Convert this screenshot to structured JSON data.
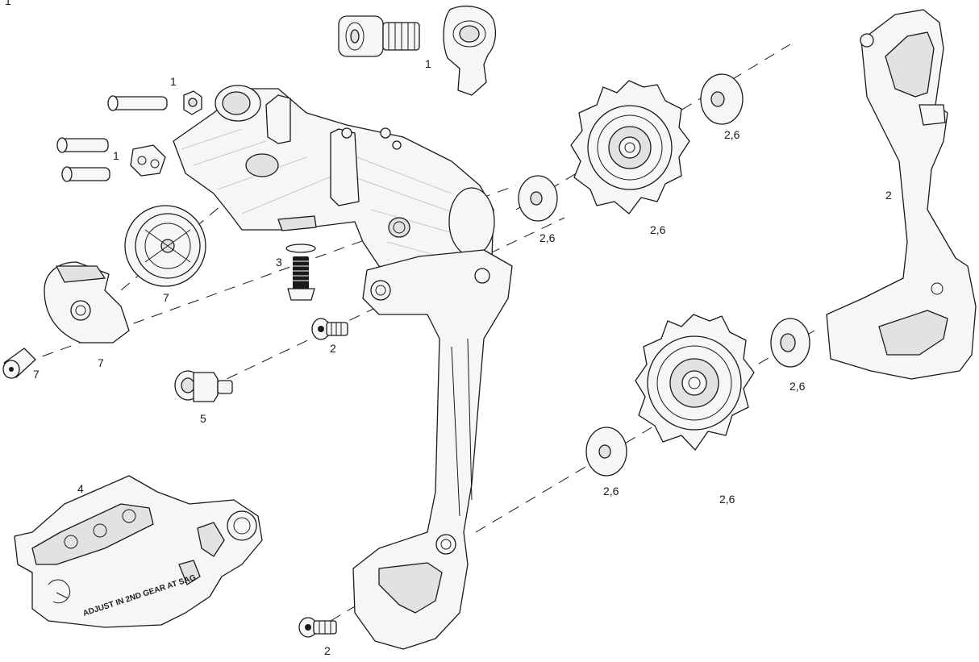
{
  "diagram": {
    "corner_mark": "1 \"",
    "callouts": [
      {
        "id": "bolt-hanger",
        "text": "1"
      },
      {
        "id": "bolt-top",
        "text": "1"
      },
      {
        "id": "clamp-mid",
        "text": "1"
      },
      {
        "id": "pulley-upper-top",
        "text": "2,6"
      },
      {
        "id": "cage-outer",
        "text": "2"
      },
      {
        "id": "pulley-upper-left",
        "text": "2,6"
      },
      {
        "id": "pulley-upper",
        "text": "2,6"
      },
      {
        "id": "screw-b",
        "text": "3"
      },
      {
        "id": "bumper-disc",
        "text": "7"
      },
      {
        "id": "bumper-cap",
        "text": "7"
      },
      {
        "id": "bumper-screw",
        "text": "7"
      },
      {
        "id": "pivot-bolt",
        "text": "2"
      },
      {
        "id": "stop-bolt",
        "text": "5"
      },
      {
        "id": "pulley-lower-right",
        "text": "2,6"
      },
      {
        "id": "pulley-lower-left",
        "text": "2,6"
      },
      {
        "id": "pulley-lower",
        "text": "2,6"
      },
      {
        "id": "chain-guide",
        "text": "4"
      },
      {
        "id": "cage-bolt",
        "text": "2"
      }
    ],
    "guide_engraving": "ADJUST IN 2ND GEAR AT SAG"
  }
}
